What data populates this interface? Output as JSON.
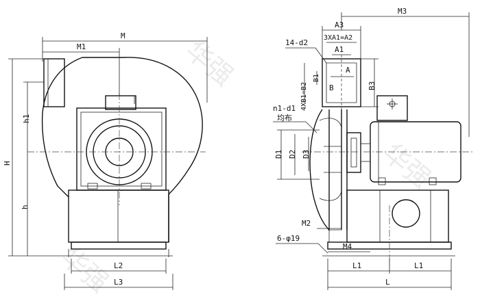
{
  "watermark": {
    "text": "华强"
  },
  "front_view": {
    "labels": {
      "M": "M",
      "M1": "M1",
      "H": "H",
      "h1": "h1",
      "h": "h",
      "L2": "L2",
      "L3": "L3"
    }
  },
  "side_view": {
    "labels": {
      "M3": "M3",
      "A3": "A3",
      "XA1": "3XA1=A2",
      "A1": "A1",
      "A": "A",
      "d2": "14-d2",
      "B1": "B1",
      "B": "B",
      "XB1": "4XB1=B2",
      "B3": "B3",
      "nd1": "n1-d1",
      "uniform": "均布",
      "D1": "D1",
      "D2": "D2",
      "D3": "D3",
      "M2": "M2",
      "bolts": "6-φ19",
      "M4": "M4",
      "L1a": "L1",
      "L1b": "L1",
      "L": "L"
    }
  }
}
